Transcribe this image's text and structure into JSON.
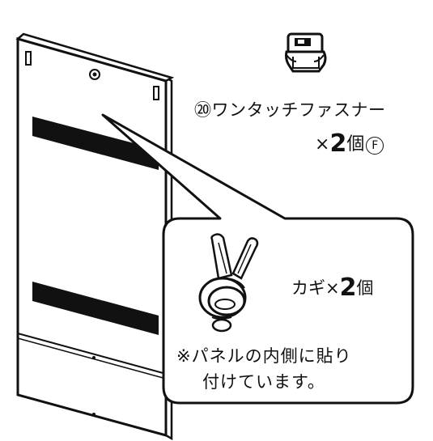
{
  "fastener": {
    "label": "⑳ワンタッチファスナー",
    "qty_prefix": "×",
    "qty_number": "2",
    "qty_unit": "個",
    "part_code": "F"
  },
  "key_callout": {
    "qty_text": "カギ×",
    "qty_number": "2",
    "qty_unit": "個",
    "note_line1": "※パネルの内側に貼り",
    "note_line2": "付けています。"
  }
}
